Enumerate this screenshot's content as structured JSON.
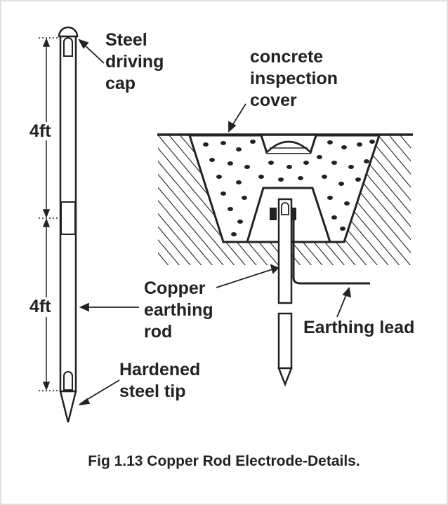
{
  "labels": {
    "driving_cap": [
      "Steel",
      "driving",
      "cap"
    ],
    "inspection_cover": [
      "concrete",
      "inspection",
      "cover"
    ],
    "dimension_upper": "4ft",
    "dimension_lower": "4ft",
    "copper_rod": [
      "Copper",
      "earthing",
      "rod"
    ],
    "earthing_lead": "Earthing lead",
    "steel_tip": [
      "Hardened",
      "steel tip"
    ]
  },
  "caption": "Fig 1.13 Copper Rod Electrode-Details.",
  "colors": {
    "ink": "#222222",
    "background": "#ffffff",
    "border": "#e0e0e0"
  }
}
